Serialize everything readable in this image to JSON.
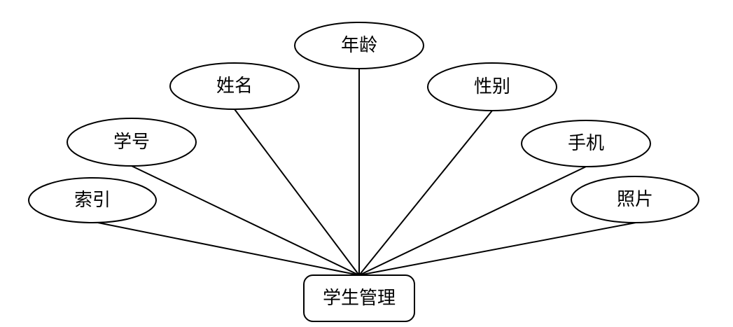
{
  "entity": {
    "label": "学生管理"
  },
  "attributes": {
    "index": "索引",
    "student_no": "学号",
    "name": "姓名",
    "age": "年龄",
    "gender": "性别",
    "phone": "手机",
    "photo": "照片"
  }
}
